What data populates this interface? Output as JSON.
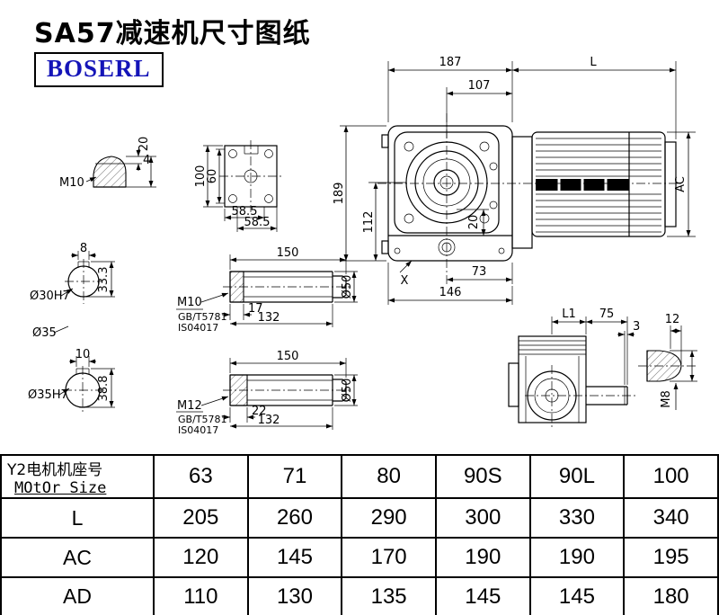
{
  "page": {
    "title": "SA57减速机尺寸图纸",
    "logo_text": "BOSERL"
  },
  "colors": {
    "line": "#000000",
    "logo_text": "#1414b8",
    "background": "#ffffff",
    "table_border": "#000000"
  },
  "drawing": {
    "main_view": {
      "width_gearbox": "187",
      "width_motor": "L",
      "width_inner": "107",
      "height_total": "189",
      "height_axis": "112",
      "motor_diameter": "AC",
      "shaft_depth": "20",
      "width_output": "73",
      "width_base": "146",
      "section_marker": "X"
    },
    "shaft_end_view": {
      "thread": "M10",
      "key_height": "4",
      "width": "20"
    },
    "flange_view": {
      "height_outer": "100",
      "height_inner": "60",
      "width_left": "58.5",
      "width_right": "58.5"
    },
    "bore_view_1": {
      "key_width": "8",
      "bore": "Ø30H7",
      "key_depth": "33.3",
      "shaft_diameter": "Ø35"
    },
    "output_shaft_1": {
      "length": "150",
      "thread": "M10",
      "standard_1": "GB/T5781",
      "standard_2": "IS04017",
      "step_length": "17",
      "body_length": "132",
      "diameter": "Ø50"
    },
    "bore_view_2": {
      "key_width": "10",
      "bore": "Ø35H7",
      "key_depth": "38.8"
    },
    "output_shaft_2": {
      "length": "150",
      "thread": "M12",
      "standard_1": "GB/T5781",
      "standard_2": "IS04017",
      "step_length": "22",
      "body_length": "132",
      "diameter": "Ø50"
    },
    "side_view": {
      "length_l1": "L1",
      "length_75": "75",
      "gap": "3",
      "tip_length": "12",
      "thread": "M8"
    }
  },
  "table": {
    "header_cn": "Y2电机机座号",
    "header_en": "MOtOr Size",
    "columns": [
      "63",
      "71",
      "80",
      "90S",
      "90L",
      "100"
    ],
    "rows": [
      {
        "label": "L",
        "values": [
          "205",
          "260",
          "290",
          "300",
          "330",
          "340"
        ]
      },
      {
        "label": "AC",
        "values": [
          "120",
          "145",
          "170",
          "190",
          "190",
          "195"
        ]
      },
      {
        "label": "AD",
        "values": [
          "110",
          "130",
          "135",
          "145",
          "145",
          "180"
        ]
      }
    ]
  }
}
